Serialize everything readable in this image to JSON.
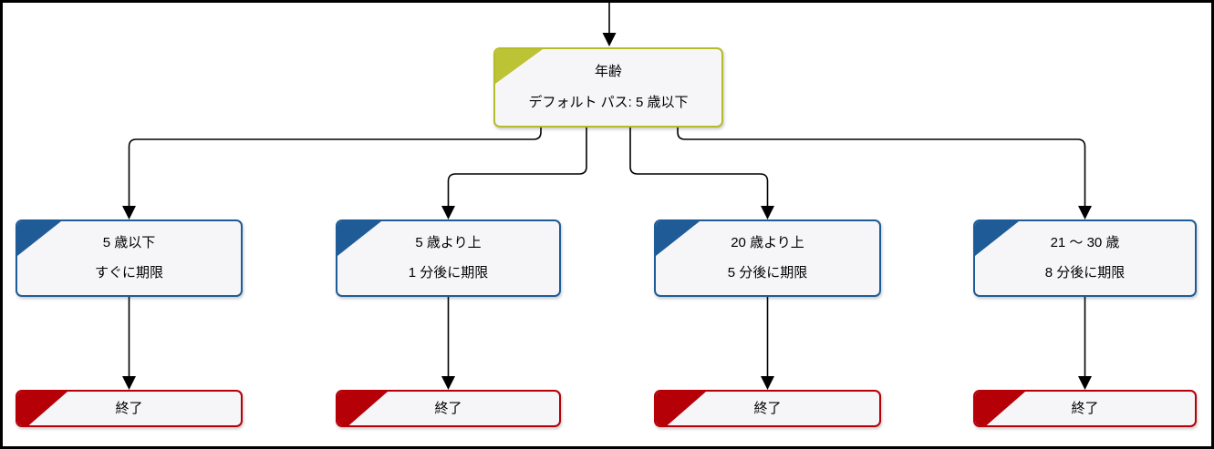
{
  "diagram": {
    "root": {
      "title": "年齢",
      "subtitle": "デフォルト パス: 5 歳以下"
    },
    "branches": [
      {
        "condition": "5 歳以下",
        "action": "すぐに期限",
        "end_label": "終了"
      },
      {
        "condition": "5 歳より上",
        "action": "1 分後に期限",
        "end_label": "終了"
      },
      {
        "condition": "20 歳より上",
        "action": "5 分後に期限",
        "end_label": "終了"
      },
      {
        "condition": "21 ～ 30 歳",
        "action": "8 分後に期限",
        "end_label": "終了"
      }
    ],
    "colors": {
      "root_accent": "#bcc335",
      "branch_accent": "#1f5c97",
      "end_accent": "#b50008",
      "node_fill": "#f6f6f9",
      "line": "#000000"
    }
  }
}
